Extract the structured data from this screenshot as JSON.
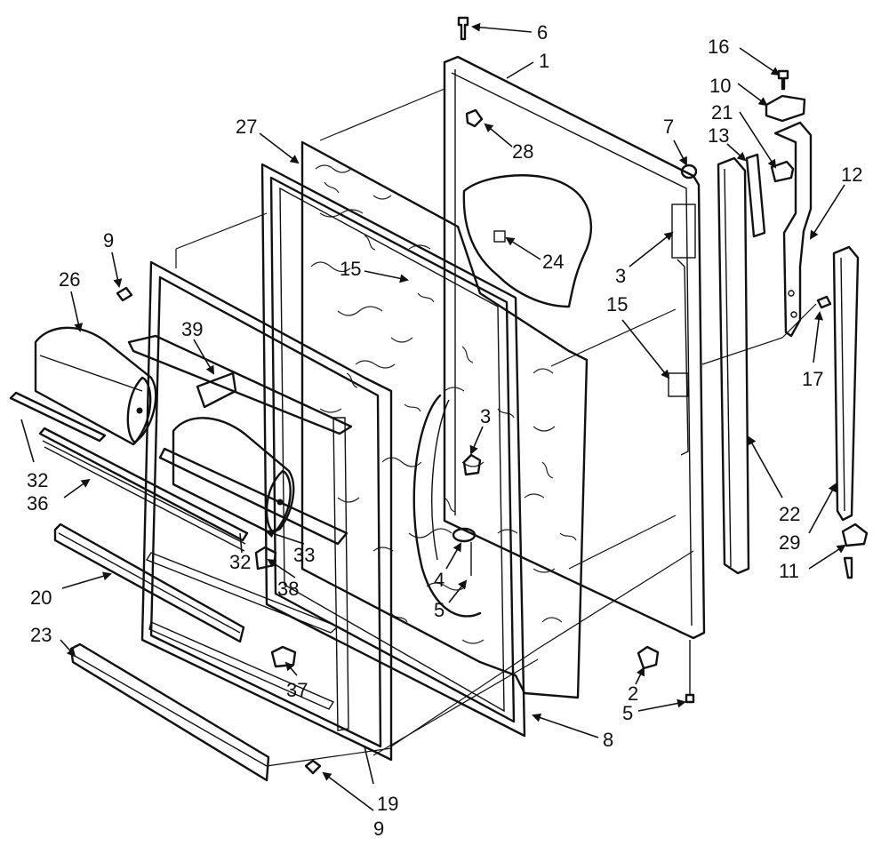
{
  "callouts": [
    {
      "id": "c-6",
      "text": "6"
    },
    {
      "id": "c-1",
      "text": "1"
    },
    {
      "id": "c-28",
      "text": "28"
    },
    {
      "id": "c-27",
      "text": "27"
    },
    {
      "id": "c-7",
      "text": "7"
    },
    {
      "id": "c-24",
      "text": "24"
    },
    {
      "id": "c-3a",
      "text": "3"
    },
    {
      "id": "c-15a",
      "text": "15"
    },
    {
      "id": "c-15b",
      "text": "15"
    },
    {
      "id": "c-3b",
      "text": "3"
    },
    {
      "id": "c-4",
      "text": "4"
    },
    {
      "id": "c-5a",
      "text": "5"
    },
    {
      "id": "c-2",
      "text": "2"
    },
    {
      "id": "c-5b",
      "text": "5"
    },
    {
      "id": "c-8",
      "text": "8"
    },
    {
      "id": "c-16",
      "text": "16"
    },
    {
      "id": "c-10",
      "text": "10"
    },
    {
      "id": "c-21",
      "text": "21"
    },
    {
      "id": "c-13",
      "text": "13"
    },
    {
      "id": "c-12",
      "text": "12"
    },
    {
      "id": "c-17",
      "text": "17"
    },
    {
      "id": "c-22",
      "text": "22"
    },
    {
      "id": "c-29",
      "text": "29"
    },
    {
      "id": "c-11",
      "text": "11"
    },
    {
      "id": "c-9a",
      "text": "9"
    },
    {
      "id": "c-26",
      "text": "26"
    },
    {
      "id": "c-39",
      "text": "39"
    },
    {
      "id": "c-32a",
      "text": "32"
    },
    {
      "id": "c-36",
      "text": "36"
    },
    {
      "id": "c-33",
      "text": "33"
    },
    {
      "id": "c-32b",
      "text": "32"
    },
    {
      "id": "c-38",
      "text": "38"
    },
    {
      "id": "c-20",
      "text": "20"
    },
    {
      "id": "c-23",
      "text": "23"
    },
    {
      "id": "c-37",
      "text": "37"
    },
    {
      "id": "c-19",
      "text": "19"
    },
    {
      "id": "c-9b",
      "text": "9"
    }
  ]
}
